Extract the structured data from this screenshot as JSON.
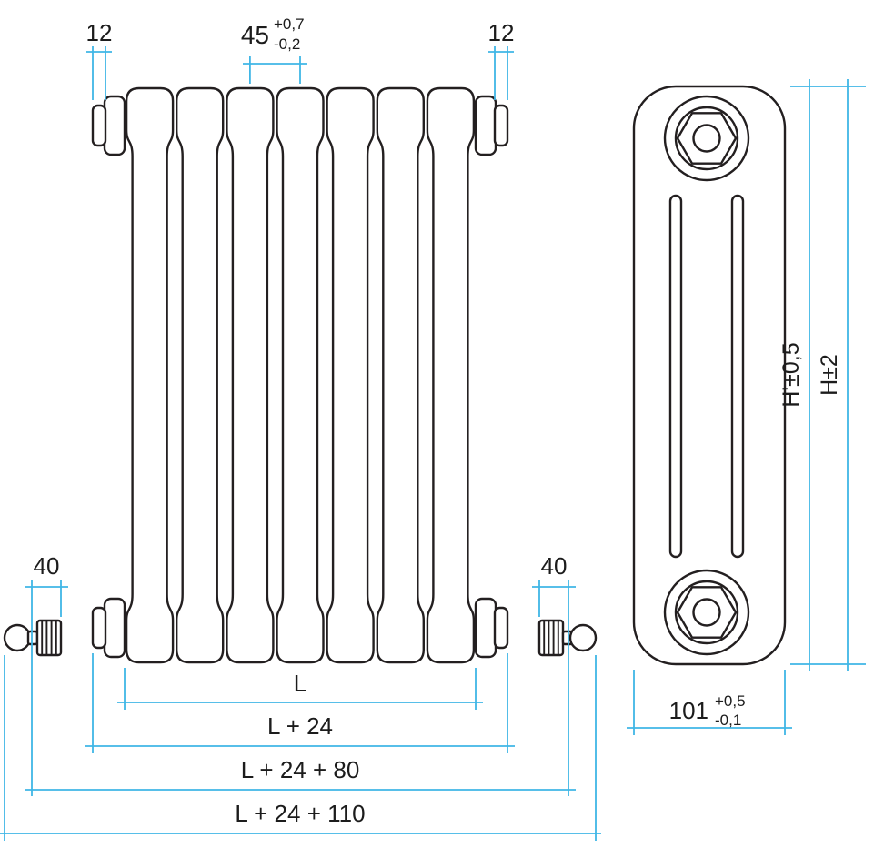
{
  "colors": {
    "outline": "#231f20",
    "dim": "#3fb6e6",
    "label": "#1c1c1c",
    "bg": "#ffffff"
  },
  "front_view": {
    "dim_collar_left": "12",
    "dim_collar_right": "12",
    "dim_pitch": "45",
    "dim_pitch_tol_plus": "+0,7",
    "dim_pitch_tol_minus": "-0,2",
    "dim_valve_left": "40",
    "dim_valve_right": "40",
    "dim_length": "L",
    "dim_length_collars": "L + 24",
    "dim_length_valves": "L + 24 + 80",
    "dim_length_overall": "L + 24 + 110"
  },
  "side_view": {
    "dim_height_inner": "H'±0,5",
    "dim_height_overall": "H±2",
    "dim_depth": "101",
    "dim_depth_tol_plus": "+0,5",
    "dim_depth_tol_minus": "-0,1"
  }
}
